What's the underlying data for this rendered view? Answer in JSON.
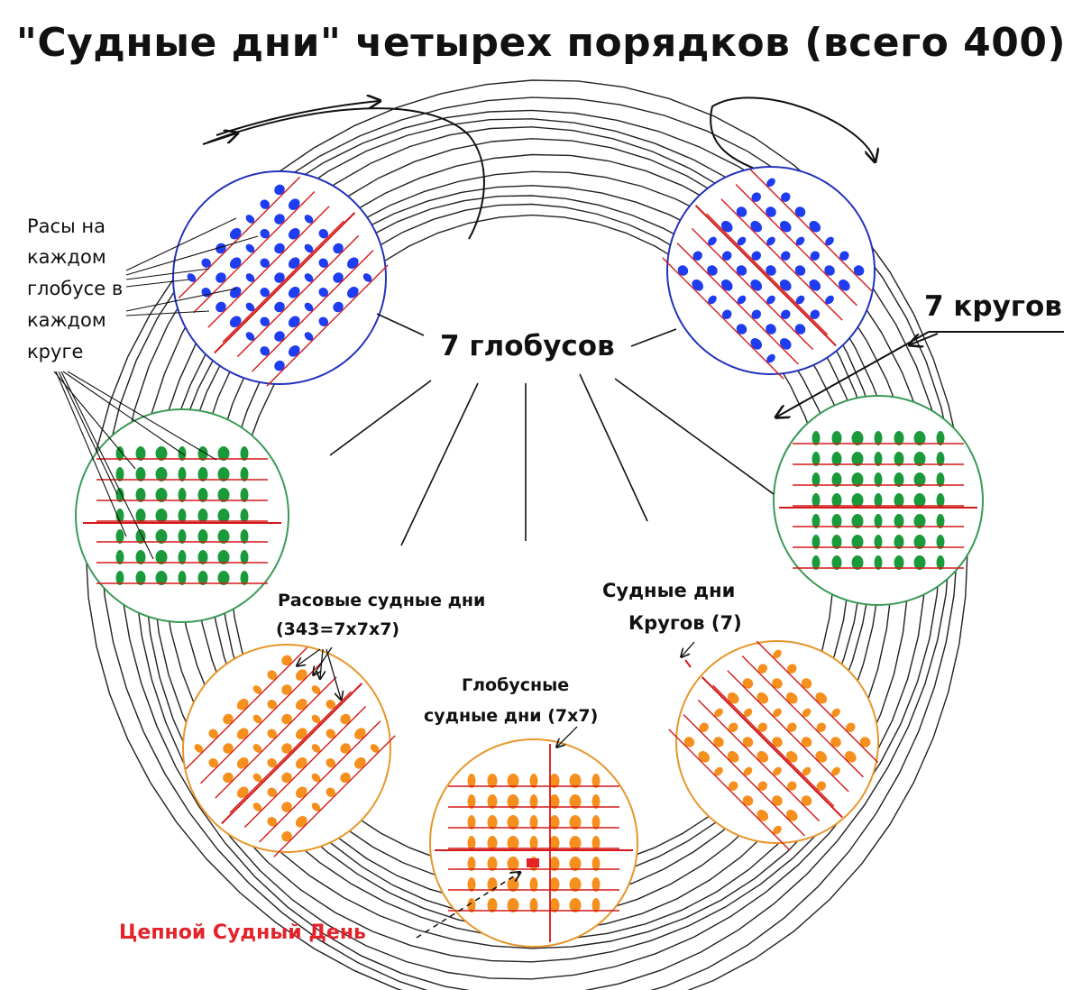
{
  "title": "\"Судные дни\" четырех порядков (всего 400)",
  "labels": {
    "races": [
      "Расы на",
      "каждом",
      "глобусе в",
      "каждом",
      "круге"
    ],
    "seven_circles": "7 кругов",
    "seven_globes": "7 глобусов",
    "racial": [
      "Расовые судные дни",
      "(343=7x7x7)"
    ],
    "circle_days": [
      "Судные дни",
      "Кругов (7)"
    ],
    "globe_days": [
      "Глобусные",
      "судные дни (7x7)"
    ],
    "chain_day": "Цепной Судный День"
  },
  "colors": {
    "blue": "#1e3cf0",
    "green": "#1a9a3a",
    "orange": "#f5901e",
    "red_line": "#d41818",
    "chain_red": "#e3222a",
    "circle_blue": "#2233bb",
    "circle_green": "#3a9a55",
    "circle_orange": "#e8962a"
  }
}
